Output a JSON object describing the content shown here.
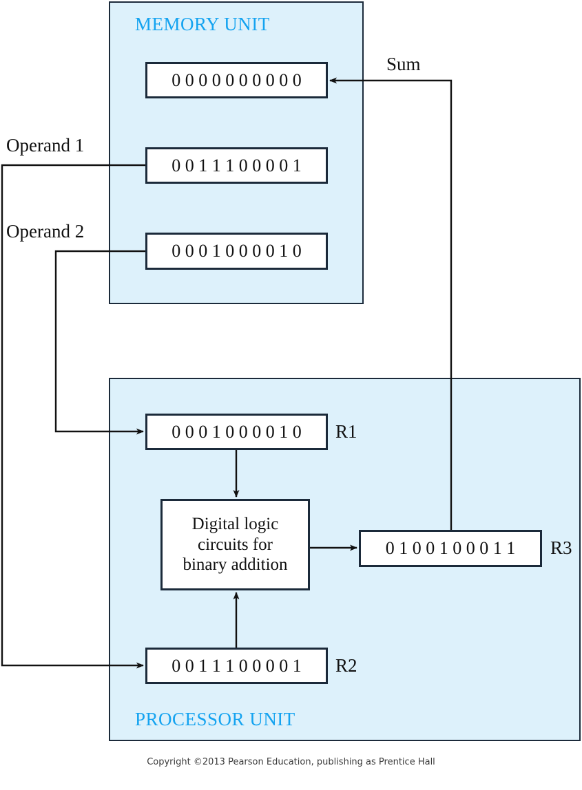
{
  "figure": {
    "memory_unit": {
      "title": "MEMORY UNIT",
      "panel_fill": "#ddf1fb",
      "title_color": "#14a3f0",
      "registers": [
        {
          "name": "sum-cell",
          "value": "0 0 0 0 0 0 0 0 0 0"
        },
        {
          "name": "operand1-cell",
          "value": "0 0 1 1 1 0 0 0 0 1"
        },
        {
          "name": "operand2-cell",
          "value": "0 0 0 1 0 0 0 0 1 0"
        }
      ]
    },
    "processor_unit": {
      "title": "PROCESSOR UNIT",
      "panel_fill": "#ddf1fb",
      "title_color": "#14a3f0",
      "registers": [
        {
          "label": "R1",
          "value": "0 0 0 1 0 0 0 0 1 0"
        },
        {
          "label": "R3",
          "value": "0 1 0 0 1 0 0 0 1 1"
        },
        {
          "label": "R2",
          "value": "0 0 1 1 1 0 0 0 0 1"
        }
      ],
      "logic_block": {
        "line1": "Digital logic",
        "line2": "circuits for",
        "line3": "binary addition"
      }
    },
    "flow_labels": {
      "operand1": "Operand 1",
      "operand2": "Operand 2",
      "sum": "Sum"
    },
    "copyright": "Copyright ©2013 Pearson Education, publishing as Prentice Hall"
  }
}
